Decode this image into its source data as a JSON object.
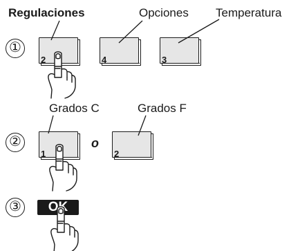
{
  "step1": {
    "number": "①",
    "labels": {
      "regulaciones": "Regulaciones",
      "opciones": "Opciones",
      "temperatura": "Temperatura"
    },
    "keys": [
      {
        "id": "regulaciones",
        "number": "2"
      },
      {
        "id": "opciones",
        "number": "4"
      },
      {
        "id": "temperatura",
        "number": "3"
      }
    ]
  },
  "step2": {
    "number": "②",
    "labels": {
      "grados_c": "Grados C",
      "grados_f": "Grados F"
    },
    "or_word": "o",
    "keys": [
      {
        "id": "grados_c",
        "number": "1"
      },
      {
        "id": "grados_f",
        "number": "2"
      }
    ]
  },
  "step3": {
    "number": "③",
    "ok_label": "OK"
  },
  "colors": {
    "ink": "#1a1a1a",
    "key_face": "#e6e6e6",
    "ok_background": "#1a1a1a",
    "ok_text": "#ffffff"
  },
  "icons": {
    "pointing_hand": "pointing-hand-icon"
  }
}
